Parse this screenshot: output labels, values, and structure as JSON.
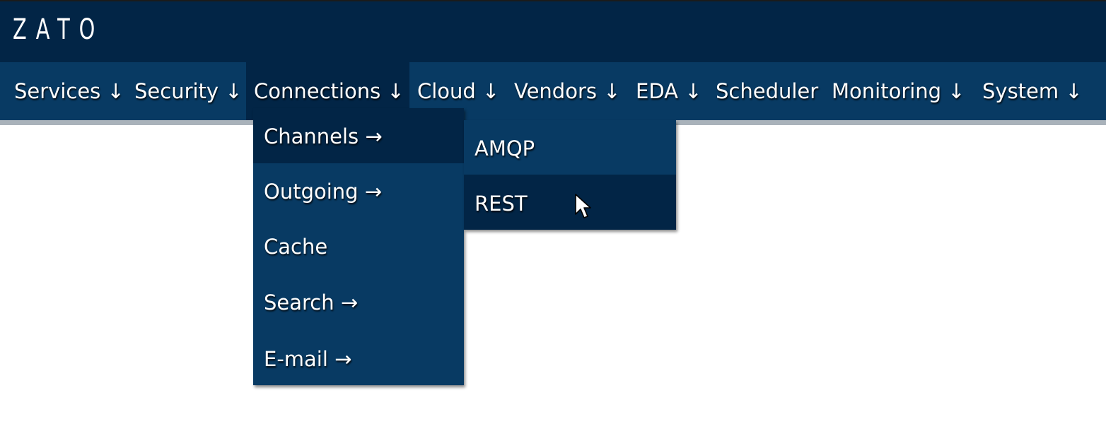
{
  "app": {
    "logo": "ZATO"
  },
  "colors": {
    "header_bg": "#022546",
    "nav_bg": "#083a63",
    "highlight_bg": "#022546",
    "text": "#ffffff"
  },
  "nav": {
    "items": [
      {
        "label": "Services ↓"
      },
      {
        "label": "Security ↓"
      },
      {
        "label": "Connections ↓",
        "active": true
      },
      {
        "label": "Cloud ↓"
      },
      {
        "label": "Vendors ↓"
      },
      {
        "label": "EDA ↓"
      },
      {
        "label": "Scheduler"
      },
      {
        "label": "Monitoring ↓"
      },
      {
        "label": "System ↓"
      }
    ]
  },
  "connections_menu": {
    "items": [
      {
        "label": "Channels →",
        "highlighted": true
      },
      {
        "label": "Outgoing →"
      },
      {
        "label": "Cache"
      },
      {
        "label": "Search →"
      },
      {
        "label": "E-mail →"
      }
    ]
  },
  "channels_submenu": {
    "items": [
      {
        "label": "AMQP"
      },
      {
        "label": "REST",
        "hovered": true
      }
    ]
  },
  "cursor": {
    "icon": "mouse-pointer-icon"
  }
}
